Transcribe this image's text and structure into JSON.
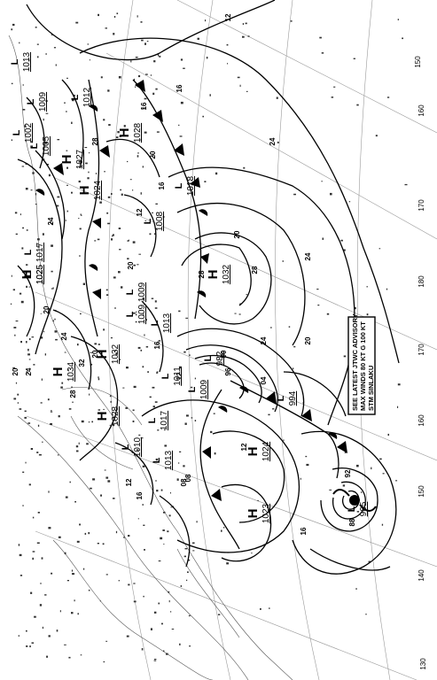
{
  "map": {
    "type": "surface-analysis",
    "centers": [
      {
        "kind": "H",
        "value": "1032"
      },
      {
        "kind": "H",
        "value": "1024"
      },
      {
        "kind": "H",
        "value": "1023"
      },
      {
        "kind": "H",
        "value": "1034"
      },
      {
        "kind": "H",
        "value": "1032"
      },
      {
        "kind": "H",
        "value": "1028"
      },
      {
        "kind": "H",
        "value": "1027"
      },
      {
        "kind": "H",
        "value": "1024"
      },
      {
        "kind": "H",
        "value": "1025"
      },
      {
        "kind": "H",
        "value": "1028"
      },
      {
        "kind": "L",
        "value": "982"
      },
      {
        "kind": "L",
        "value": "994"
      },
      {
        "kind": "L",
        "value": "965"
      },
      {
        "kind": "L",
        "value": "1008"
      },
      {
        "kind": "L",
        "value": "1018"
      },
      {
        "kind": "L",
        "value": "1009"
      },
      {
        "kind": "L",
        "value": "1013"
      },
      {
        "kind": "L",
        "value": "1011"
      },
      {
        "kind": "L",
        "value": "1009"
      },
      {
        "kind": "L",
        "value": "1017"
      },
      {
        "kind": "L",
        "value": "1010"
      },
      {
        "kind": "L",
        "value": "1013"
      },
      {
        "kind": "L",
        "value": "1012"
      },
      {
        "kind": "L",
        "value": "1009"
      },
      {
        "kind": "L",
        "value": "1002"
      },
      {
        "kind": "L",
        "value": "1005"
      },
      {
        "kind": "L",
        "value": "1017"
      },
      {
        "kind": "L",
        "value": "1025"
      },
      {
        "kind": "L",
        "value": "1013"
      },
      {
        "kind": "L",
        "value": "1009"
      }
    ],
    "isobar_labels": [
      "12",
      "16",
      "20",
      "24",
      "28",
      "12",
      "08",
      "04",
      "00",
      "96",
      "92",
      "88",
      "16",
      "20",
      "24",
      "28",
      "12",
      "16",
      "20",
      "24",
      "08",
      "12",
      "16",
      "20",
      "24",
      "28",
      "32",
      "20",
      "24",
      "28",
      "16",
      "20",
      "12",
      "16",
      "20",
      "24"
    ],
    "longitude_labels": [
      "130",
      "140",
      "150",
      "160",
      "170",
      "180",
      "170",
      "160",
      "150"
    ],
    "advisory": {
      "line1": "SEE LATEST JTWC ADVISORY",
      "line2": "MAX WINDS 80 KT G 100 KT",
      "line3": "STM SINLAKU"
    }
  }
}
